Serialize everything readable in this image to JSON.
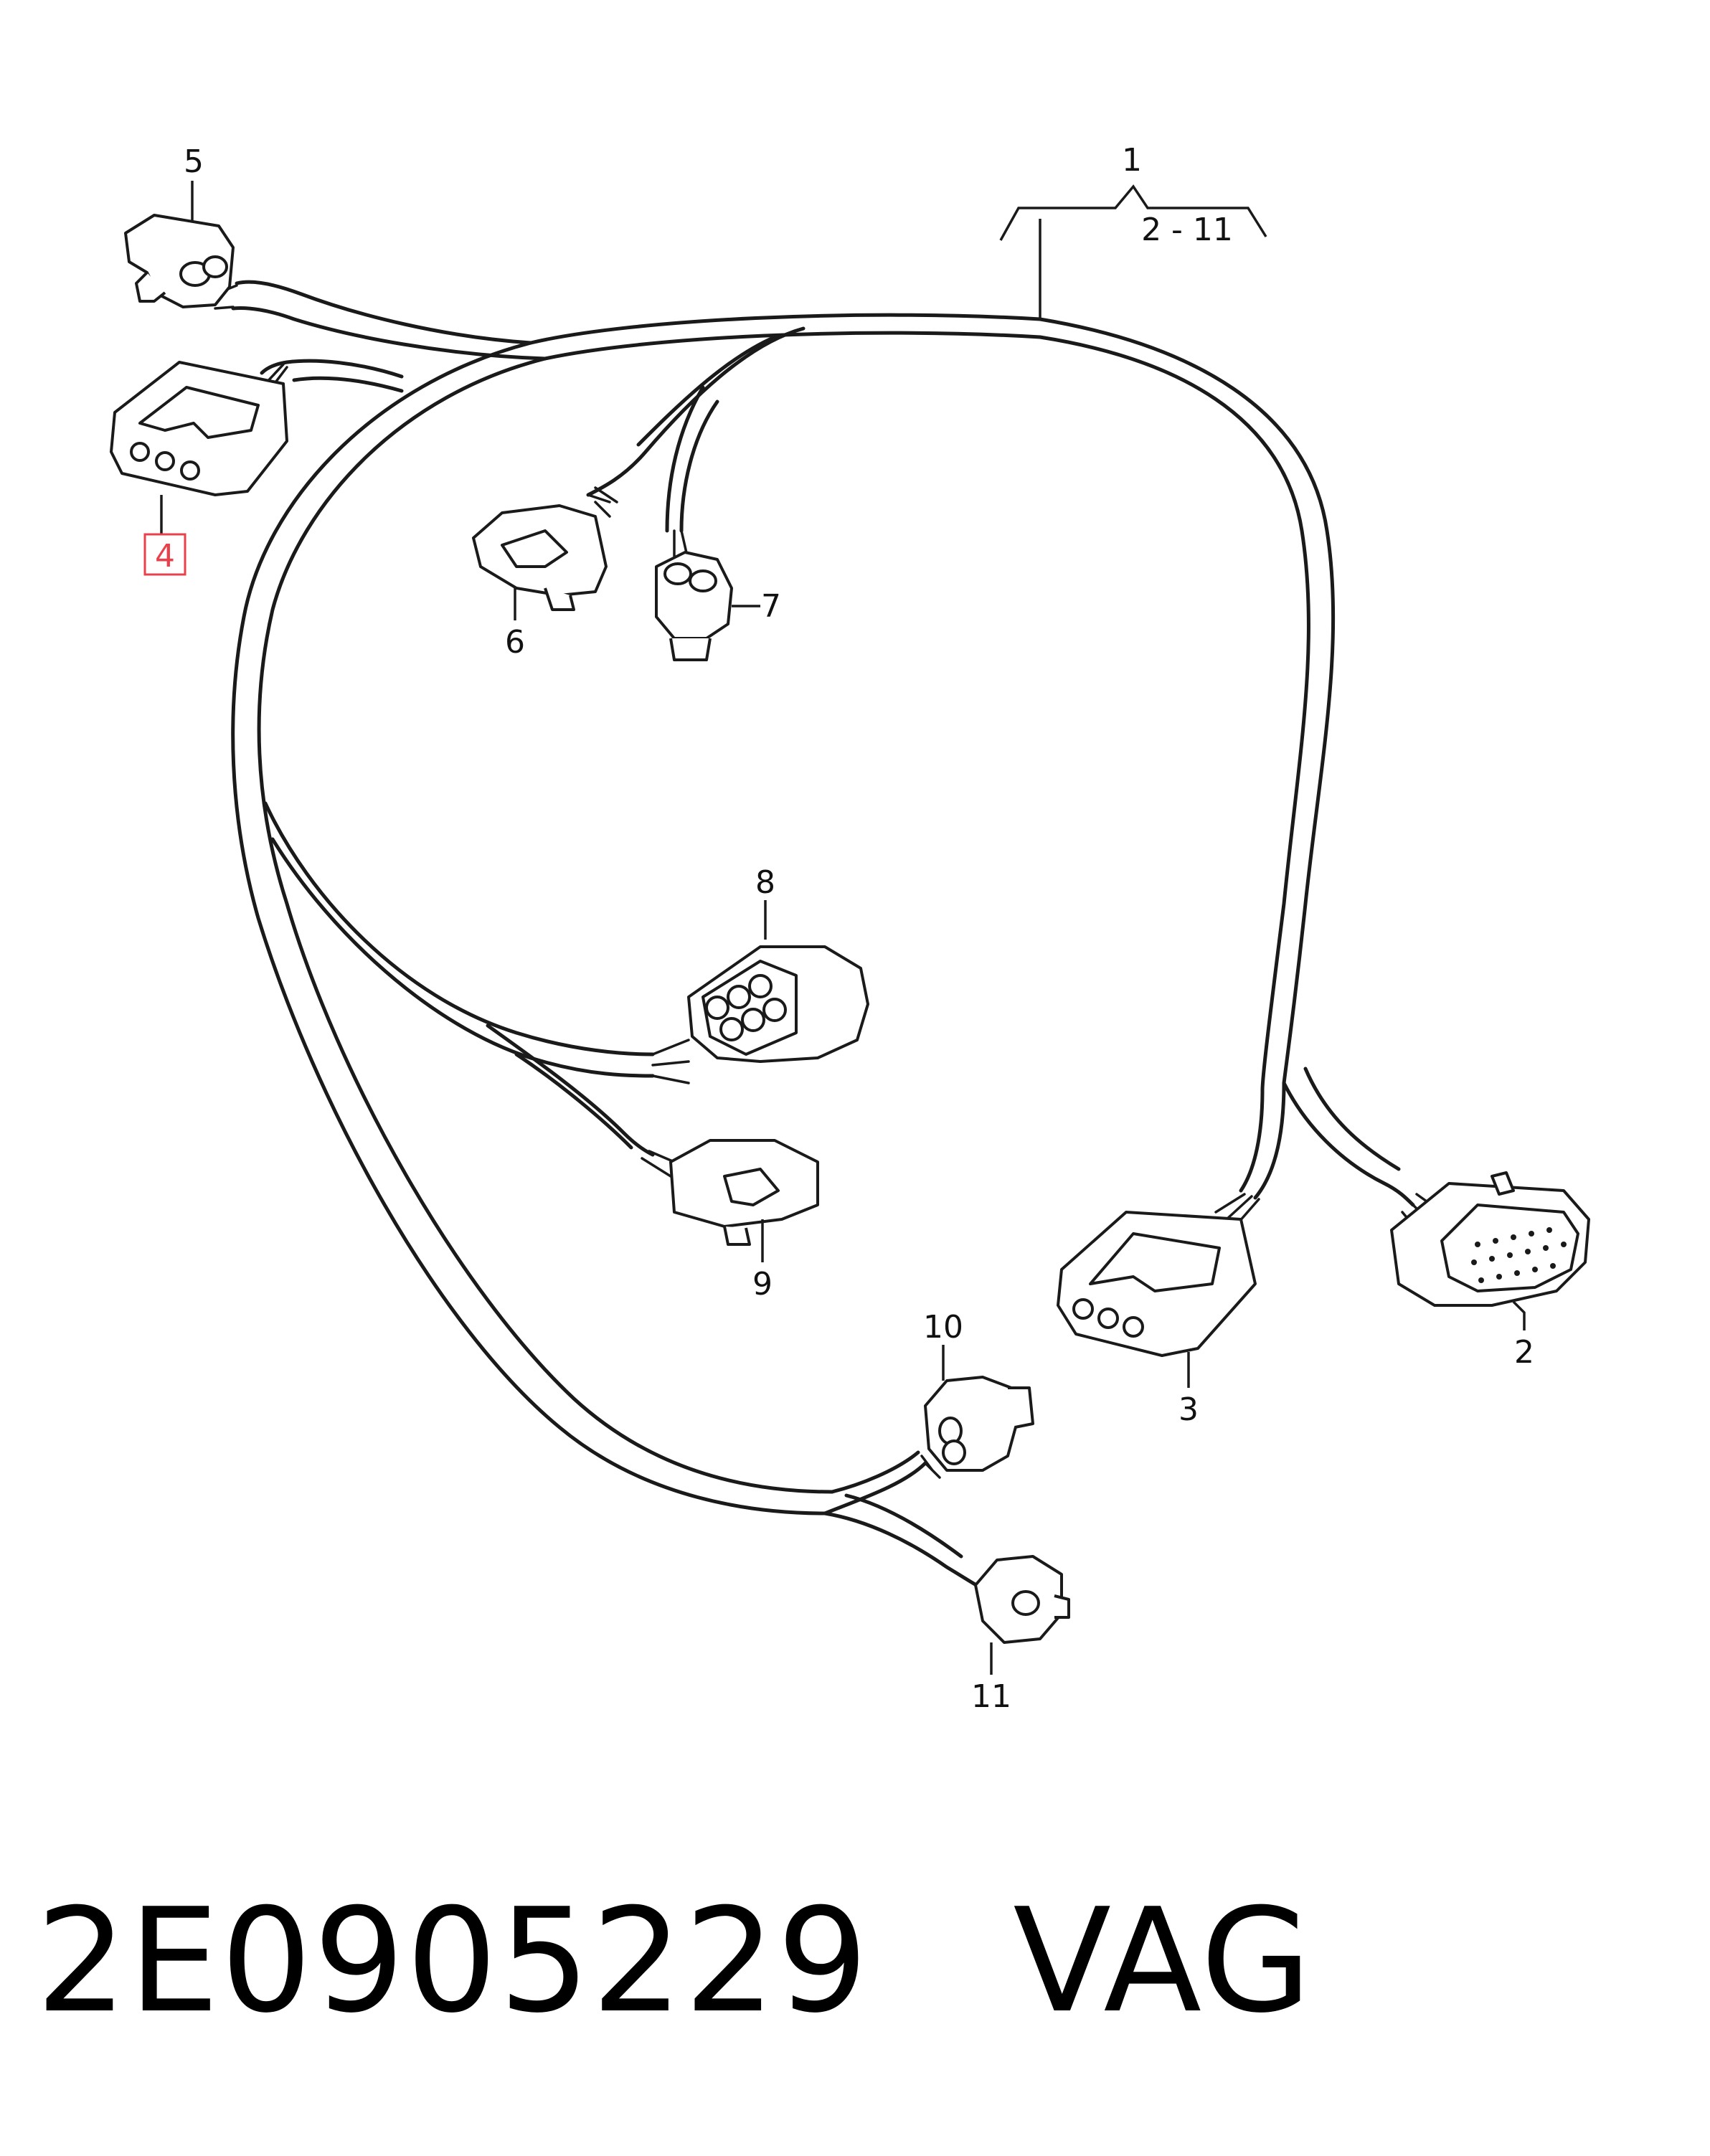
{
  "diagram": {
    "callouts": {
      "c1": "1",
      "range": "2 - 11",
      "c2": "2",
      "c3": "3",
      "c4": "4",
      "c5": "5",
      "c6": "6",
      "c7": "7",
      "c8": "8",
      "c9": "9",
      "c10": "10",
      "c11": "11"
    },
    "highlighted_callout": "4",
    "highlight_color": "#e8414b"
  },
  "caption": {
    "part_number": "2E0905229",
    "vendor": "VAG"
  }
}
